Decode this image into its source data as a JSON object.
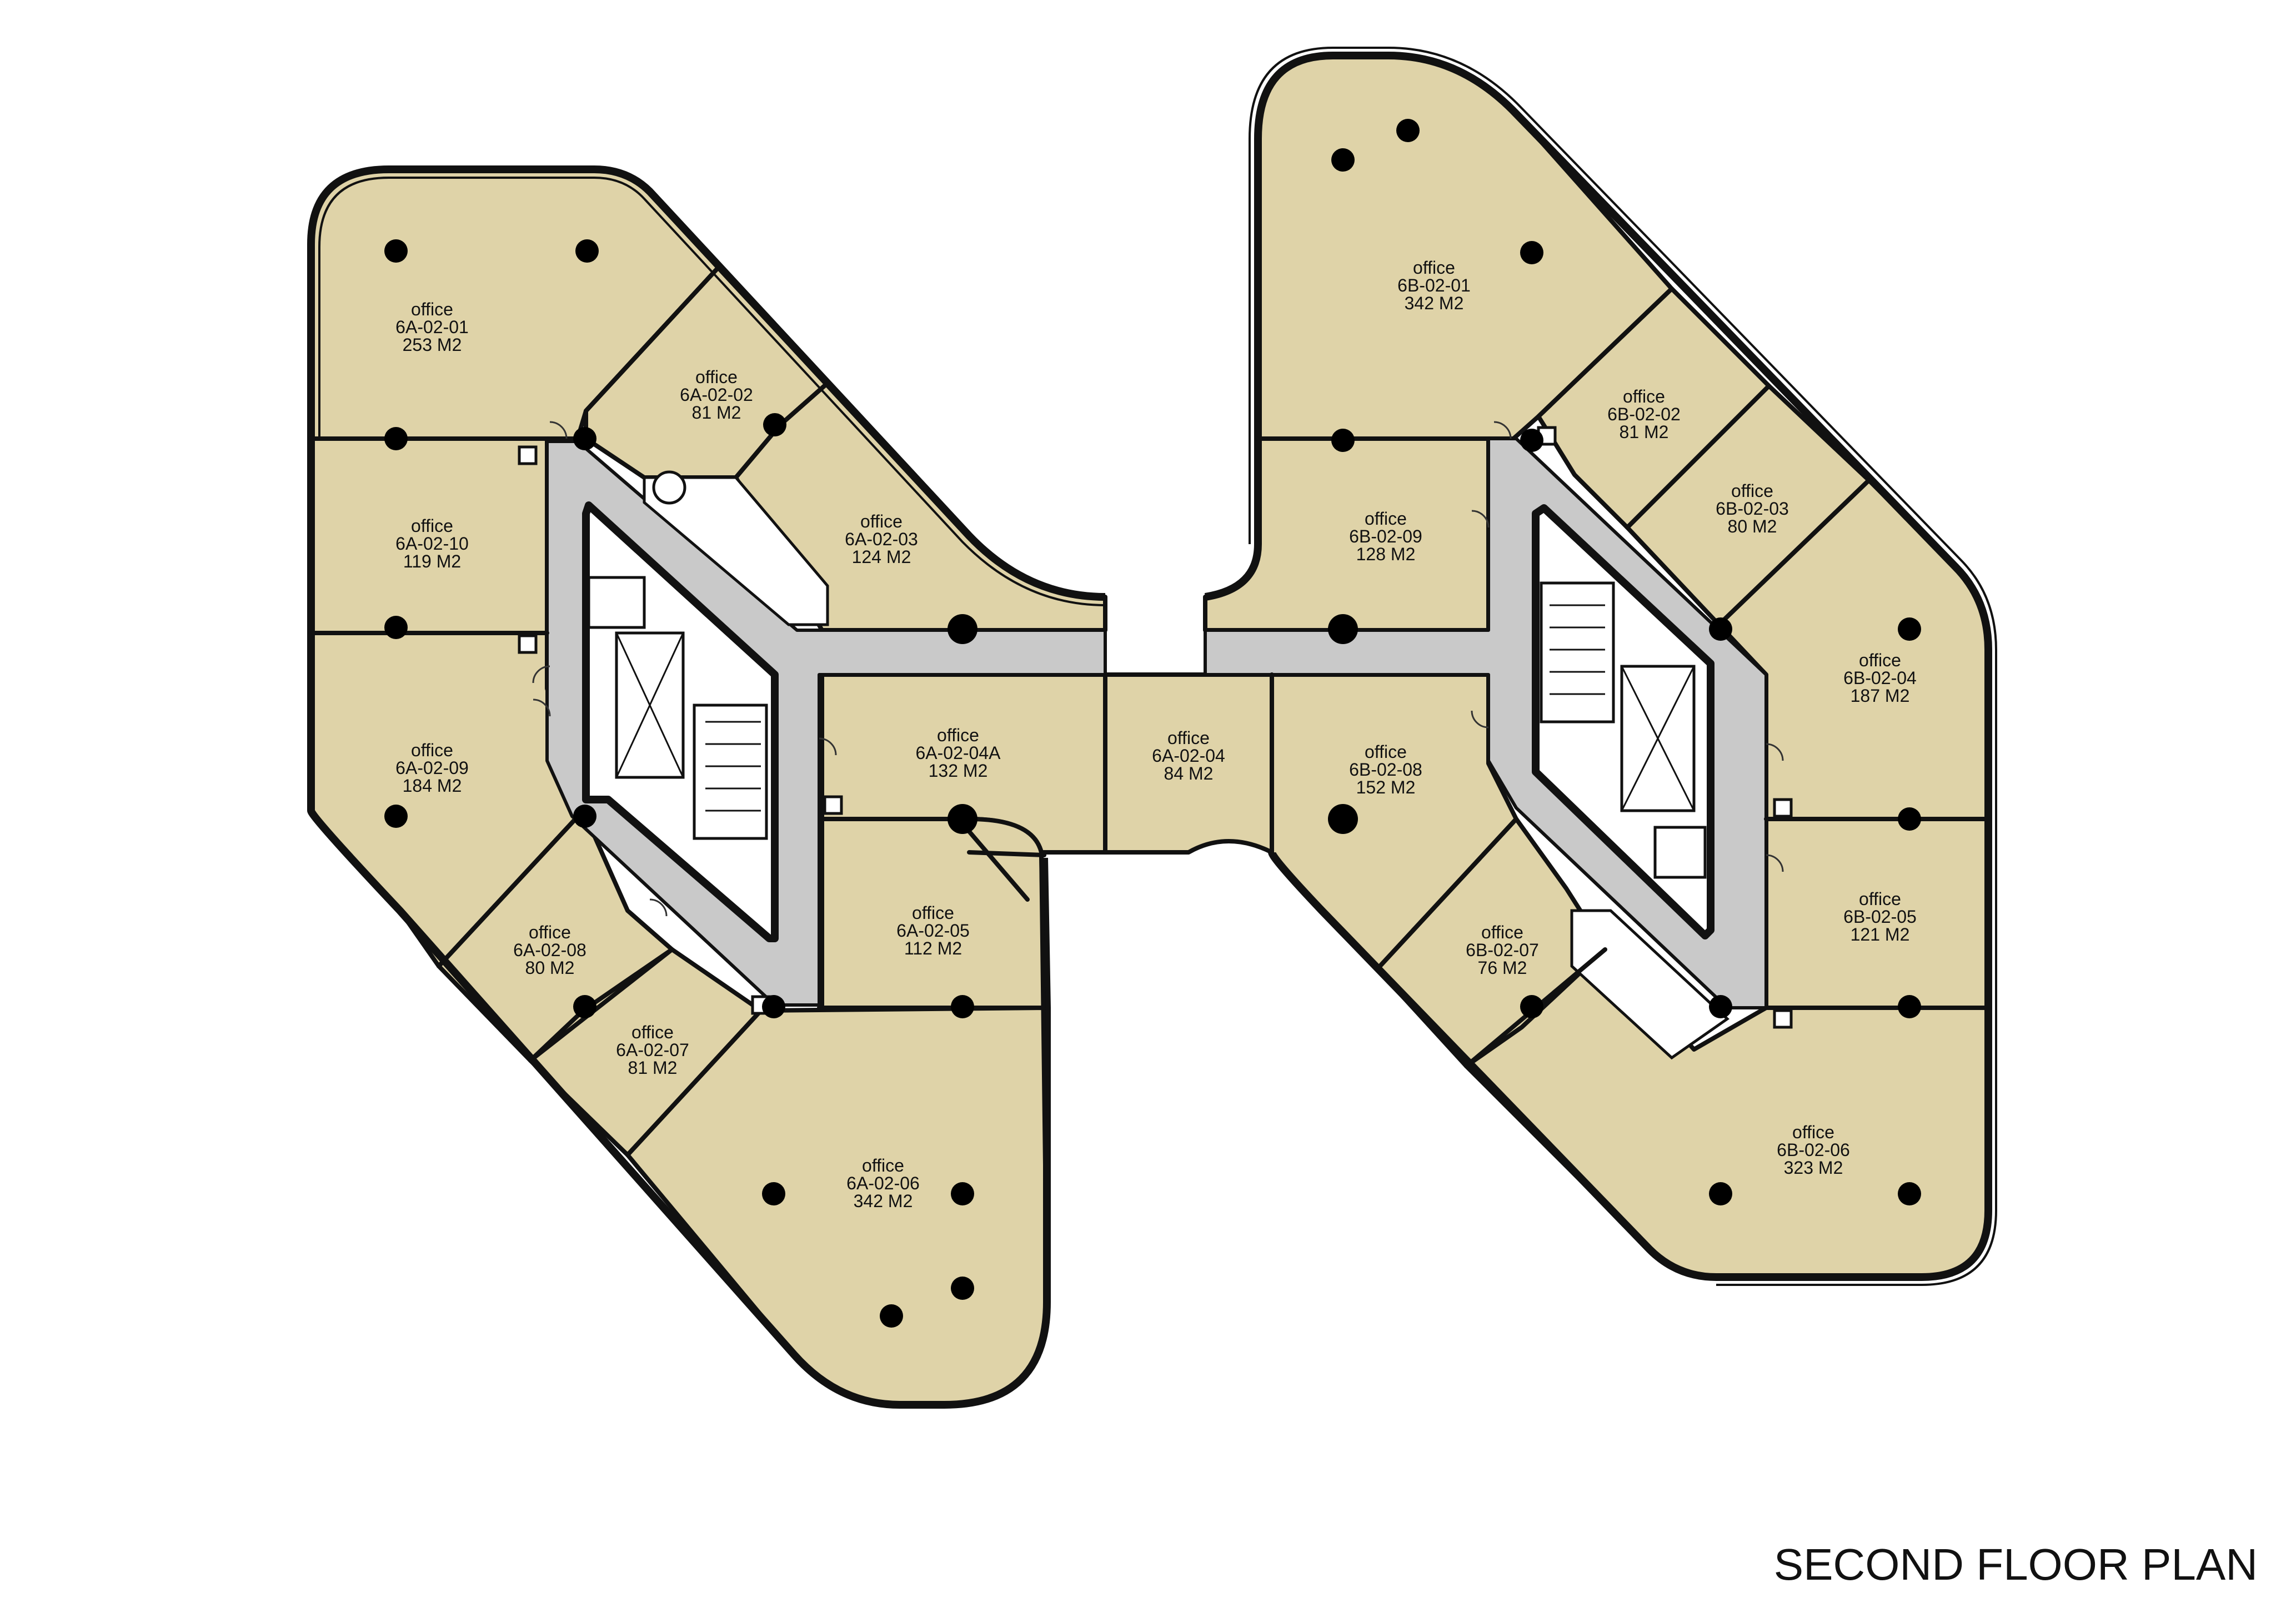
{
  "plan_title": "SECOND FLOOR PLAN",
  "colors": {
    "office_fill": "#dfd3a8",
    "corridor_fill": "#c9c9c9",
    "wall": "#111111",
    "column": "#000000"
  },
  "rooms": [
    {
      "type": "office",
      "code": "6A-02-01",
      "area": "253 M2"
    },
    {
      "type": "office",
      "code": "6A-02-02",
      "area": "81 M2"
    },
    {
      "type": "office",
      "code": "6A-02-03",
      "area": "124 M2"
    },
    {
      "type": "office",
      "code": "6A-02-10",
      "area": "119 M2"
    },
    {
      "type": "office",
      "code": "6A-02-09",
      "area": "184 M2"
    },
    {
      "type": "office",
      "code": "6A-02-04A",
      "area": "132 M2"
    },
    {
      "type": "office",
      "code": "6A-02-04",
      "area": "84 M2"
    },
    {
      "type": "office",
      "code": "6A-02-05",
      "area": "112 M2"
    },
    {
      "type": "office",
      "code": "6A-02-08",
      "area": "80 M2"
    },
    {
      "type": "office",
      "code": "6A-02-07",
      "area": "81 M2"
    },
    {
      "type": "office",
      "code": "6A-02-06",
      "area": "342 M2"
    },
    {
      "type": "office",
      "code": "6B-02-01",
      "area": "342 M2"
    },
    {
      "type": "office",
      "code": "6B-02-02",
      "area": "81 M2"
    },
    {
      "type": "office",
      "code": "6B-02-03",
      "area": "80 M2"
    },
    {
      "type": "office",
      "code": "6B-02-09",
      "area": "128 M2"
    },
    {
      "type": "office",
      "code": "6B-02-04",
      "area": "187 M2"
    },
    {
      "type": "office",
      "code": "6B-02-08",
      "area": "152 M2"
    },
    {
      "type": "office",
      "code": "6B-02-05",
      "area": "121 M2"
    },
    {
      "type": "office",
      "code": "6B-02-07",
      "area": "76 M2"
    },
    {
      "type": "office",
      "code": "6B-02-06",
      "area": "323 M2"
    }
  ]
}
